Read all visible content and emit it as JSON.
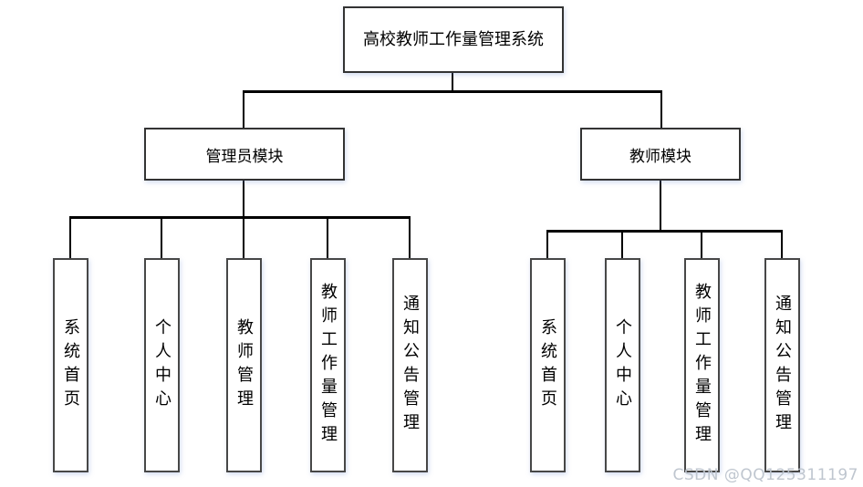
{
  "diagram": {
    "root": {
      "label": "高校教师工作量管理系统"
    },
    "branches": [
      {
        "label": "管理员模块",
        "children": [
          "系统首页",
          "个人中心",
          "教师管理",
          "教师工作量管理",
          "通知公告管理"
        ]
      },
      {
        "label": "教师模块",
        "children": [
          "系统首页",
          "个人中心",
          "教师工作量管理",
          "通知公告管理"
        ]
      }
    ],
    "colors": {
      "line": "#000000",
      "node_border": "#333333",
      "node_fill": "#ffffff",
      "text": "#000000",
      "watermark": "#bcc3cc"
    }
  },
  "watermark": {
    "text": "CSDN @QQ125311197"
  }
}
